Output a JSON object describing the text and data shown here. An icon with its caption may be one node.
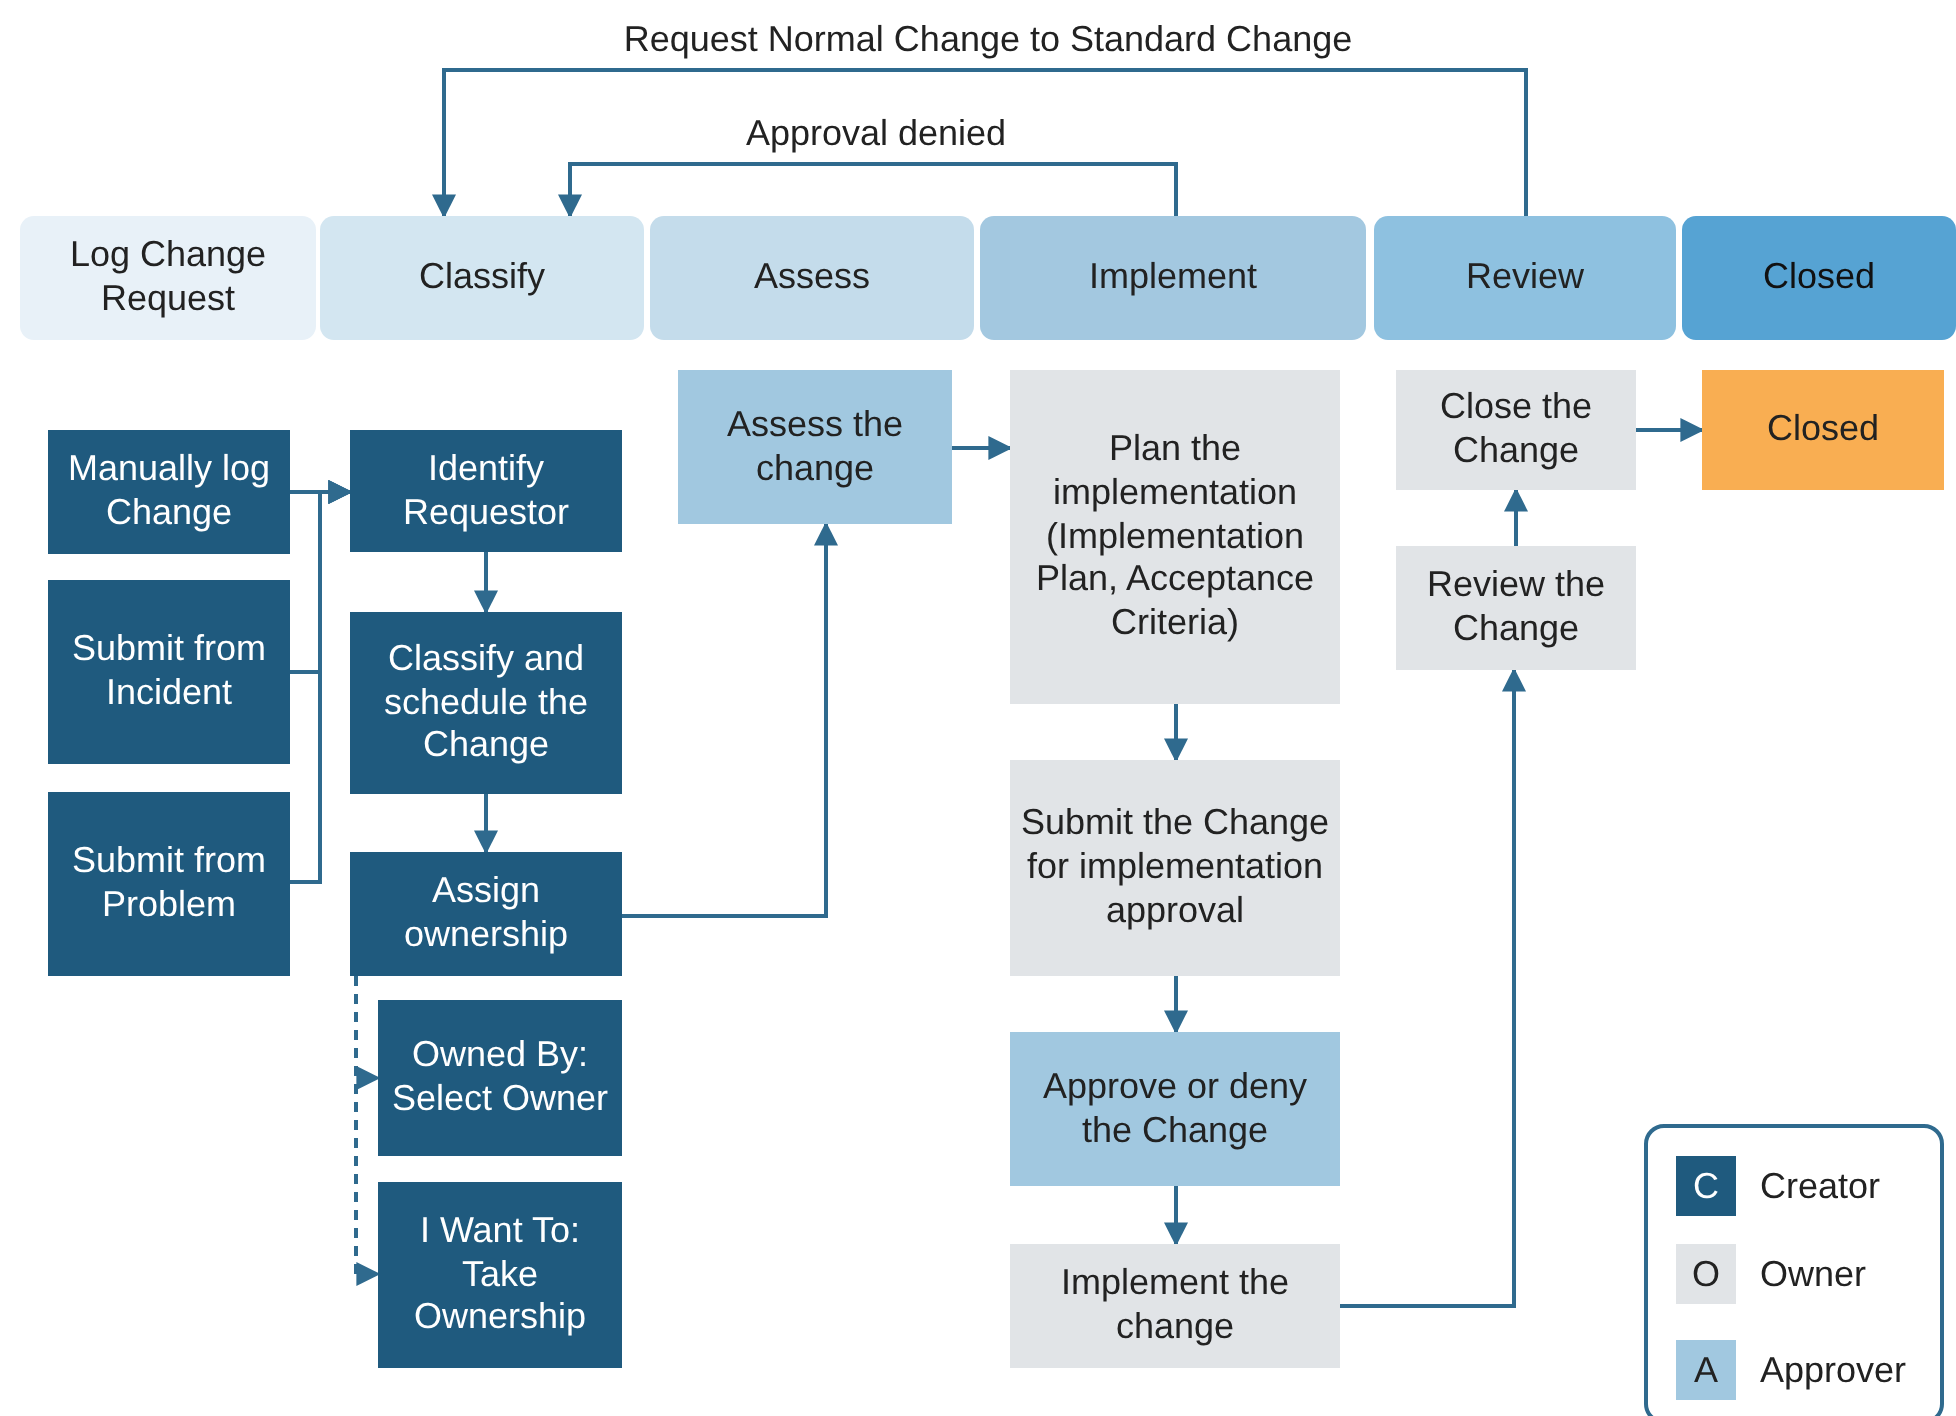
{
  "diagram": {
    "nodes": [
      {
        "text": [
          "Log Change Request"
        ]
      },
      {
        "text": [
          "Classify"
        ]
      },
      {
        "text": [
          "Assess"
        ]
      },
      {
        "text": [
          "Implement"
        ]
      },
      {
        "text": [
          "Review"
        ]
      },
      {
        "text": [
          "Closed"
        ]
      },
      {
        "text": [
          "Manually log Change"
        ]
      },
      {
        "text": [
          "Submit from Incident"
        ]
      },
      {
        "text": [
          "Submit from Problem"
        ]
      },
      {
        "text": [
          "Identify Requestor"
        ]
      },
      {
        "text": [
          "Classify and schedule the Change"
        ]
      },
      {
        "text": [
          "Assign ownership"
        ]
      },
      {
        "text": [
          "Owned By: Select Owner"
        ]
      },
      {
        "text": [
          "I Want To: Take Ownership"
        ]
      },
      {
        "text": [
          "Assess the change"
        ]
      },
      {
        "text": [
          "Plan the implementation (Implementation Plan, Acceptance Criteria)"
        ]
      },
      {
        "text": [
          "Submit the Change for implementation approval"
        ]
      },
      {
        "text": [
          "Approve or deny the Change"
        ]
      },
      {
        "text": [
          "Implement the change"
        ]
      },
      {
        "text": [
          "Close the Change"
        ]
      },
      {
        "text": [
          "Review the Change"
        ]
      },
      {
        "text": [
          "Closed"
        ]
      }
    ],
    "edges": [
      {
        "from": 6,
        "to": 9,
        "arrow": "to"
      },
      {
        "from": 7,
        "to": 9,
        "arrow": "to"
      },
      {
        "from": 8,
        "to": 9,
        "arrow": "to"
      },
      {
        "from": 9,
        "to": 10,
        "arrow": "to"
      },
      {
        "from": 10,
        "to": 11,
        "arrow": "to"
      },
      {
        "from": 11,
        "to": 14,
        "arrow": "to"
      },
      {
        "from": 11,
        "to": 12,
        "arrow": "to",
        "style": "dashed"
      },
      {
        "from": 11,
        "to": 13,
        "arrow": "to",
        "style": "dashed"
      },
      {
        "from": 14,
        "to": 15,
        "arrow": "to"
      },
      {
        "from": 15,
        "to": 16,
        "arrow": "to"
      },
      {
        "from": 16,
        "to": 17,
        "arrow": "to"
      },
      {
        "from": 17,
        "to": 18,
        "arrow": "to"
      },
      {
        "from": 18,
        "to": 20,
        "arrow": "to"
      },
      {
        "from": 20,
        "to": 19,
        "arrow": "to"
      },
      {
        "from": 19,
        "to": 21,
        "arrow": "to"
      },
      {
        "from": 3,
        "to": 1,
        "arrow": "to",
        "label": "Approval denied"
      },
      {
        "from": 4,
        "to": 1,
        "arrow": "to",
        "label": "Request Normal Change to Standard Change"
      }
    ],
    "labels": [
      "C",
      "O",
      "A"
    ],
    "legend": [
      {
        "text": "Creator",
        "color": "#1f5a7e"
      },
      {
        "text": "Owner",
        "color": "#e1e4e7"
      },
      {
        "text": "Approver",
        "color": "#a1c8e0"
      }
    ]
  }
}
